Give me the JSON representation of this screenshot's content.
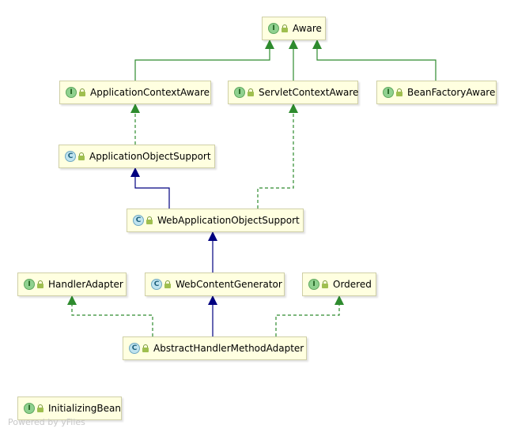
{
  "nodes": [
    {
      "id": "aware",
      "label": "Aware",
      "kind": "interface"
    },
    {
      "id": "application-context-aware",
      "label": "ApplicationContextAware",
      "kind": "interface"
    },
    {
      "id": "servlet-context-aware",
      "label": "ServletContextAware",
      "kind": "interface"
    },
    {
      "id": "bean-factory-aware",
      "label": "BeanFactoryAware",
      "kind": "interface"
    },
    {
      "id": "application-object-support",
      "label": "ApplicationObjectSupport",
      "kind": "class"
    },
    {
      "id": "web-application-object-support",
      "label": "WebApplicationObjectSupport",
      "kind": "class"
    },
    {
      "id": "handler-adapter",
      "label": "HandlerAdapter",
      "kind": "interface"
    },
    {
      "id": "web-content-generator",
      "label": "WebContentGenerator",
      "kind": "class"
    },
    {
      "id": "ordered",
      "label": "Ordered",
      "kind": "interface"
    },
    {
      "id": "abstract-handler-method-adapter",
      "label": "AbstractHandlerMethodAdapter",
      "kind": "class"
    },
    {
      "id": "initializing-bean",
      "label": "InitializingBean",
      "kind": "interface"
    }
  ],
  "kind_icons": {
    "interface": "I",
    "class": "C"
  },
  "edges": [
    {
      "from": "application-context-aware",
      "to": "aware",
      "type": "extends-interface"
    },
    {
      "from": "servlet-context-aware",
      "to": "aware",
      "type": "extends-interface"
    },
    {
      "from": "bean-factory-aware",
      "to": "aware",
      "type": "extends-interface"
    },
    {
      "from": "application-object-support",
      "to": "application-context-aware",
      "type": "implements"
    },
    {
      "from": "web-application-object-support",
      "to": "application-object-support",
      "type": "extends-class"
    },
    {
      "from": "web-application-object-support",
      "to": "servlet-context-aware",
      "type": "implements"
    },
    {
      "from": "web-content-generator",
      "to": "web-application-object-support",
      "type": "extends-class"
    },
    {
      "from": "abstract-handler-method-adapter",
      "to": "handler-adapter",
      "type": "implements"
    },
    {
      "from": "abstract-handler-method-adapter",
      "to": "web-content-generator",
      "type": "extends-class"
    },
    {
      "from": "abstract-handler-method-adapter",
      "to": "ordered",
      "type": "implements"
    }
  ],
  "colors": {
    "extends_interface": "#2e8b2e",
    "implements": "#2e8b2e",
    "extends_class": "#000080",
    "node_fill": "#ffffe0",
    "node_border": "#cfcfa6"
  },
  "footer": "Powered by yFiles"
}
